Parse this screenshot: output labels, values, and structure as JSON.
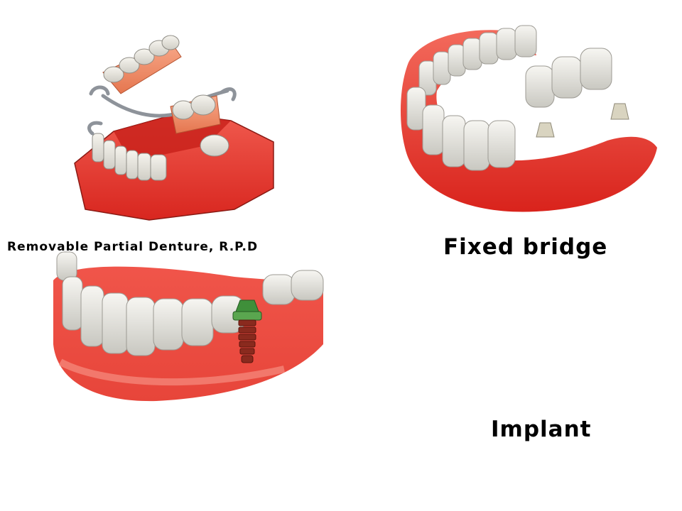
{
  "captions": {
    "rpd": "Removable Partial Denture, R.P.D",
    "bridge": "Fixed bridge",
    "implant": "Implant"
  },
  "colors": {
    "gum": "#e8322a",
    "gum_light": "#f47062",
    "tooth": "#ecebe6",
    "tooth_shade": "#b9b8b2",
    "metal": "#9a9ea3",
    "implant_cap": "#3f8f3a",
    "implant_screw": "#8a2a1e"
  },
  "illustrations": [
    {
      "name": "removable-partial-denture",
      "icon": "rpd-dental-illustration"
    },
    {
      "name": "fixed-bridge",
      "icon": "fixed-bridge-dental-illustration"
    },
    {
      "name": "implant",
      "icon": "implant-dental-illustration"
    }
  ]
}
